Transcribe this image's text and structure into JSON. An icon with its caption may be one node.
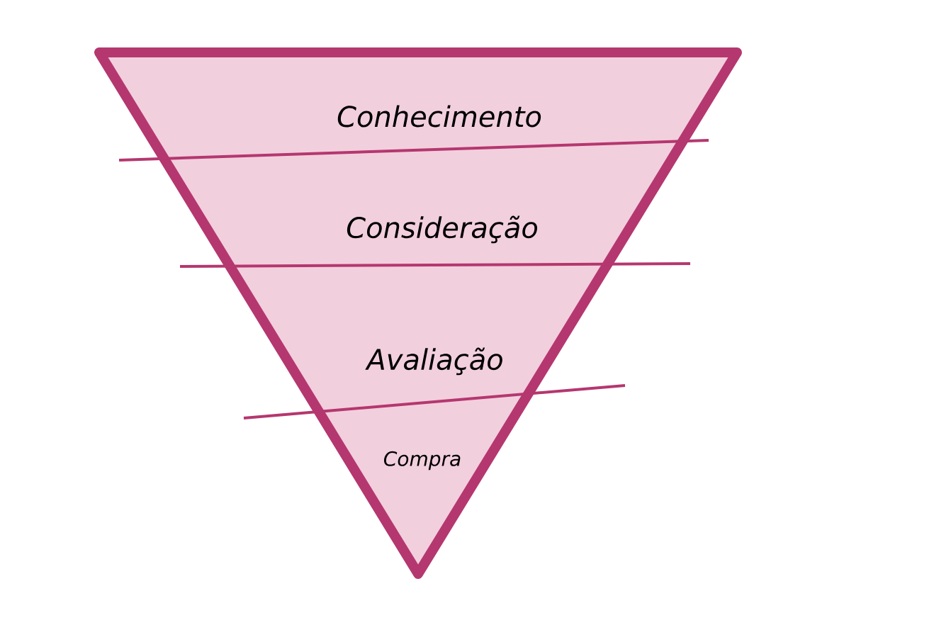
{
  "diagram": {
    "nodes": [
      {
        "text": [
          "Conhecimento"
        ]
      },
      {
        "text": [
          "Consideração"
        ]
      },
      {
        "text": [
          "Avaliação"
        ]
      },
      {
        "text": [
          "Compra"
        ]
      }
    ]
  }
}
